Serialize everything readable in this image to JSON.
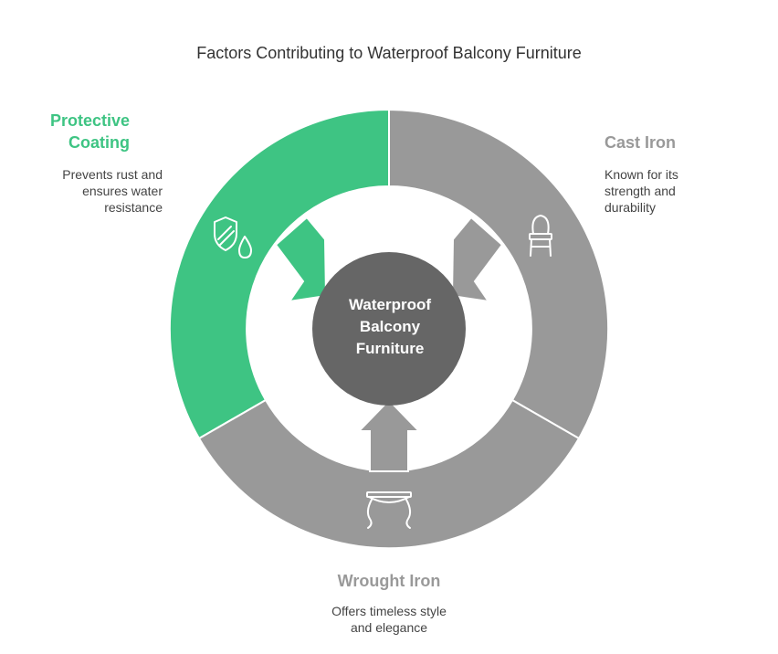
{
  "title": "Factors Contributing to Waterproof Balcony Furniture",
  "center": {
    "line1": "Waterproof",
    "line2": "Balcony",
    "line3": "Furniture"
  },
  "colors": {
    "accent": "#3EC483",
    "neutral": "#999999",
    "center": "#666666"
  },
  "factors": [
    {
      "heading_line1": "Protective",
      "heading_line2": "Coating",
      "desc_line1": "Prevents rust and",
      "desc_line2": "ensures water",
      "desc_line3": "resistance",
      "icon": "shield-water-drop-icon"
    },
    {
      "heading_line1": "Cast Iron",
      "desc_line1": "Known for its",
      "desc_line2": "strength and",
      "desc_line3": "durability",
      "icon": "chair-icon"
    },
    {
      "heading_line1": "Wrought Iron",
      "desc_line1": "Offers timeless style",
      "desc_line2": "and elegance",
      "icon": "table-icon"
    }
  ]
}
